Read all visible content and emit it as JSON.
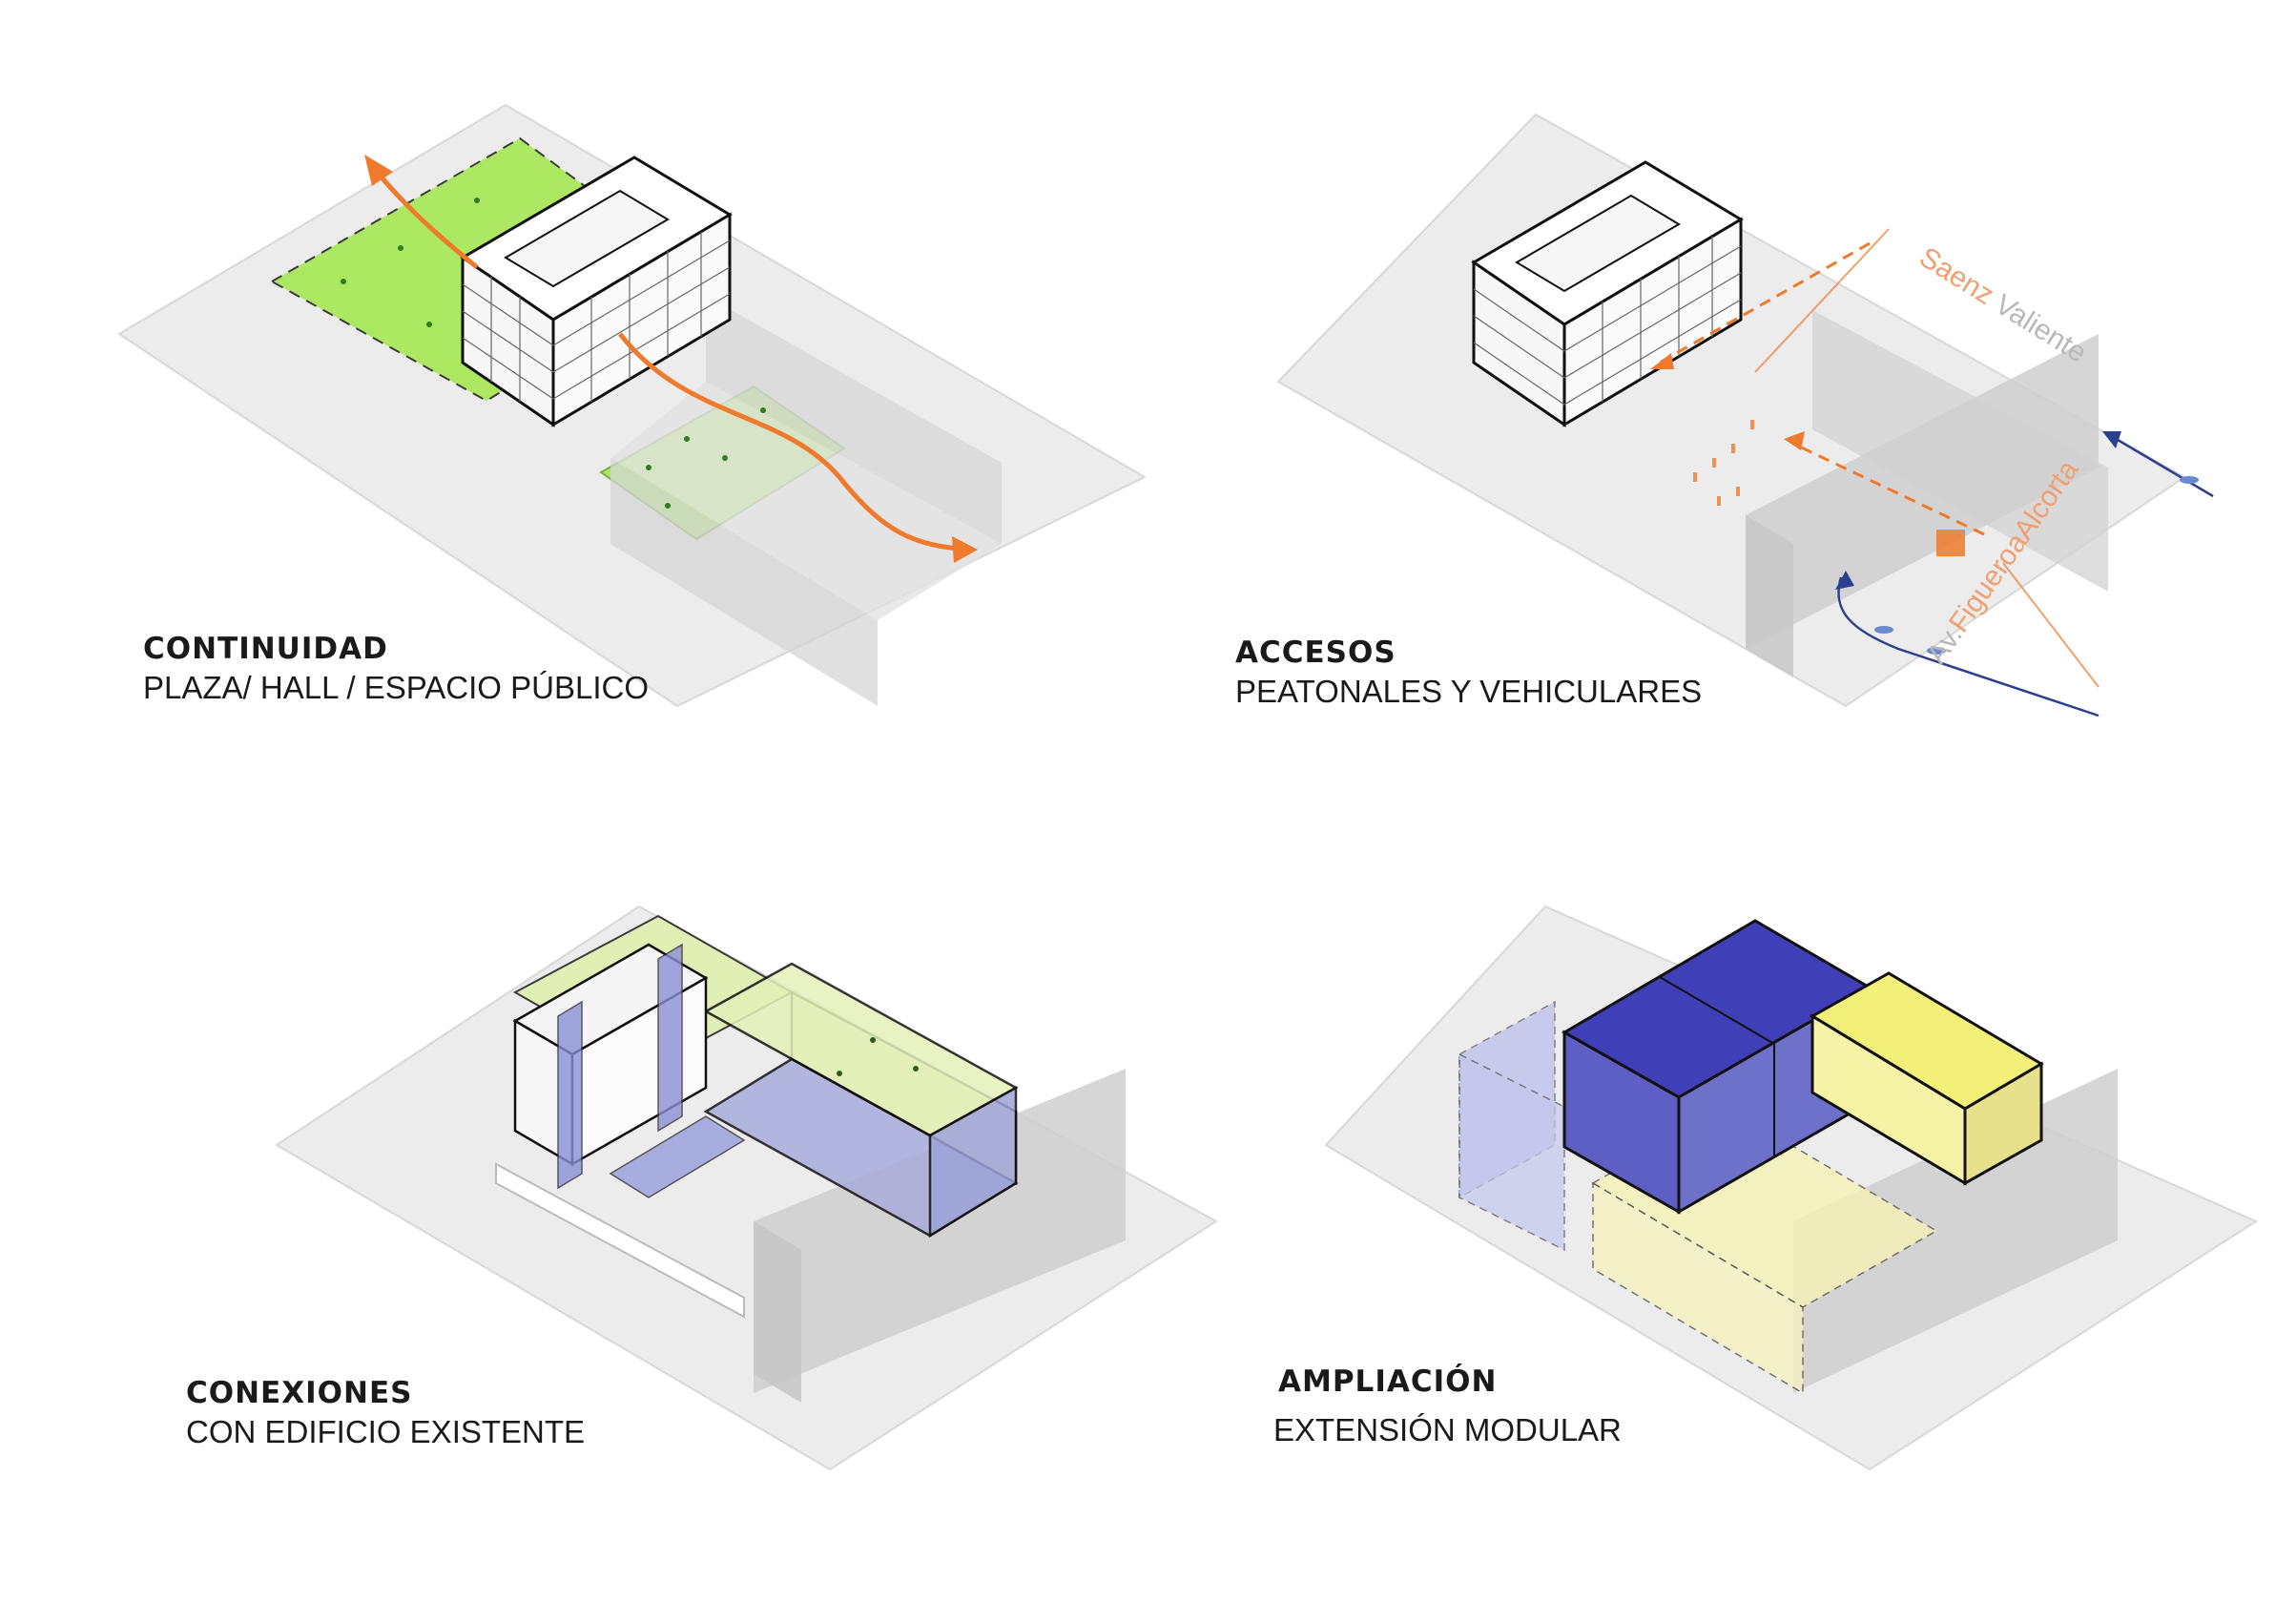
{
  "panels": [
    {
      "title": "CONTINUIDAD",
      "subtitle": "PLAZA/ HALL / ESPACIO PÚBLICO"
    },
    {
      "title": "ACCESOS",
      "subtitle": "PEATONALES Y VEHICULARES",
      "streets": {
        "saenz_1": "Saenz ",
        "saenz_2": "Valiente",
        "av_1": "Av.",
        "av_2": "Figueroa",
        "av_3": "Alcorta"
      }
    },
    {
      "title": "CONEXIONES",
      "subtitle": "CON EDIFICIO EXISTENTE"
    },
    {
      "title": "AMPLIACIÓN",
      "subtitle": "EXTENSIÓN MODULAR"
    }
  ],
  "colors": {
    "site": "#ececec",
    "site_edge": "#d4d4d4",
    "existing": "#d5d5d5",
    "plaza_green": "#a9e85a",
    "flow_orange": "#ef7a2c",
    "access_blue": "#2d3f8f",
    "connection_blue": "#8a90d8",
    "extension_blue": "#3f3fb8",
    "extension_yellow": "#f3f07a",
    "outline": "#111111"
  },
  "icons": [
    "flow-arrow-icon",
    "access-arrow-icon",
    "vehicle-arrow-icon"
  ]
}
